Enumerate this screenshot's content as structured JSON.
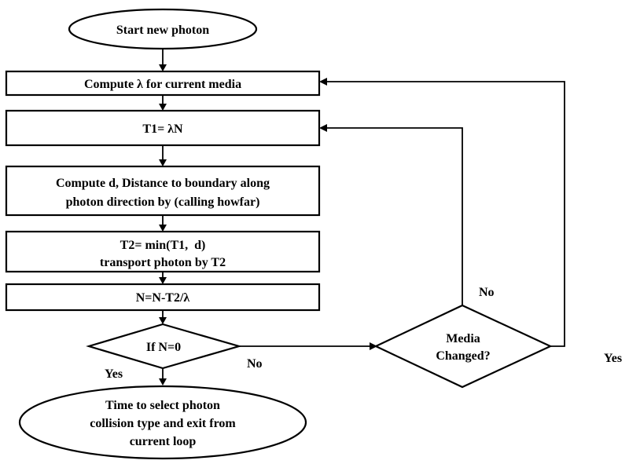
{
  "nodes": {
    "start": {
      "label": "Start new photon"
    },
    "compute_lambda": {
      "label": "Compute λ for current media"
    },
    "t1": {
      "label": "T1= λN"
    },
    "compute_d": {
      "line1": "Compute d, Distance to boundary along",
      "line2": "photon direction by (calling howfar)"
    },
    "t2": {
      "line1": "T2= min(T1,  d)",
      "line2": "transport photon by T2"
    },
    "update_n": {
      "label": "N=N-T2/λ"
    },
    "if_n": {
      "label": "If N=0"
    },
    "media": {
      "line1": "Media",
      "line2": "Changed?"
    },
    "end": {
      "line1": "Time to select photon",
      "line2": "collision type and exit from",
      "line3": "current loop"
    }
  },
  "edges": {
    "if_yes": "Yes",
    "if_no": "No",
    "media_no": "No",
    "media_yes": "Yes"
  }
}
